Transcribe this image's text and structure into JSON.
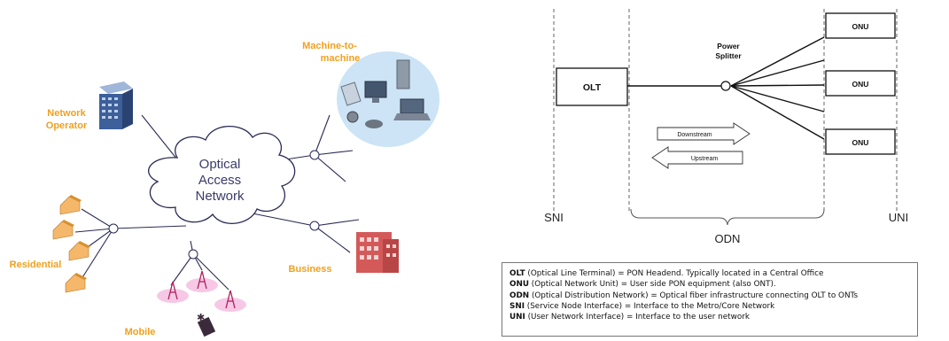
{
  "left": {
    "cloud_lines": [
      "Optical",
      "Access",
      "Network"
    ],
    "network_operator": [
      "Network",
      "Operator"
    ],
    "machine_to_machine": [
      "Machine-to-",
      "machine"
    ],
    "residential": "Residential",
    "business": "Business",
    "mobile": "Mobile"
  },
  "right": {
    "power_splitter": [
      "Power",
      "Splitter"
    ],
    "olt": "OLT",
    "onu": "ONU",
    "downstream": "Downstream",
    "upstream": "Upstream",
    "sni": "SNI",
    "uni": "UNI",
    "odn": "ODN"
  },
  "legend": [
    {
      "term": "OLT",
      "desc": " (Optical Line Terminal) = PON Headend. Typically located in a Central Office"
    },
    {
      "term": "ONU",
      "desc": " (Optical Network Unit) = User side PON equipment (also ONT)."
    },
    {
      "term": "ODN",
      "desc": " (Optical Distribution Network) = Optical fiber infrastructure connecting OLT to ONTs"
    },
    {
      "term": "SNI",
      "desc": " (Service Node Interface) = Interface to the Metro/Core Network"
    },
    {
      "term": "UNI",
      "desc": " (User Network Interface) = Interface to the user network"
    }
  ],
  "colors": {
    "label_orange": "#f0a020",
    "cloud_text": "#3a3a6a",
    "business_building": "#d45a5a",
    "m2m_bubble": "#cce4f5",
    "mobile_glow": "#f6c8e6"
  }
}
